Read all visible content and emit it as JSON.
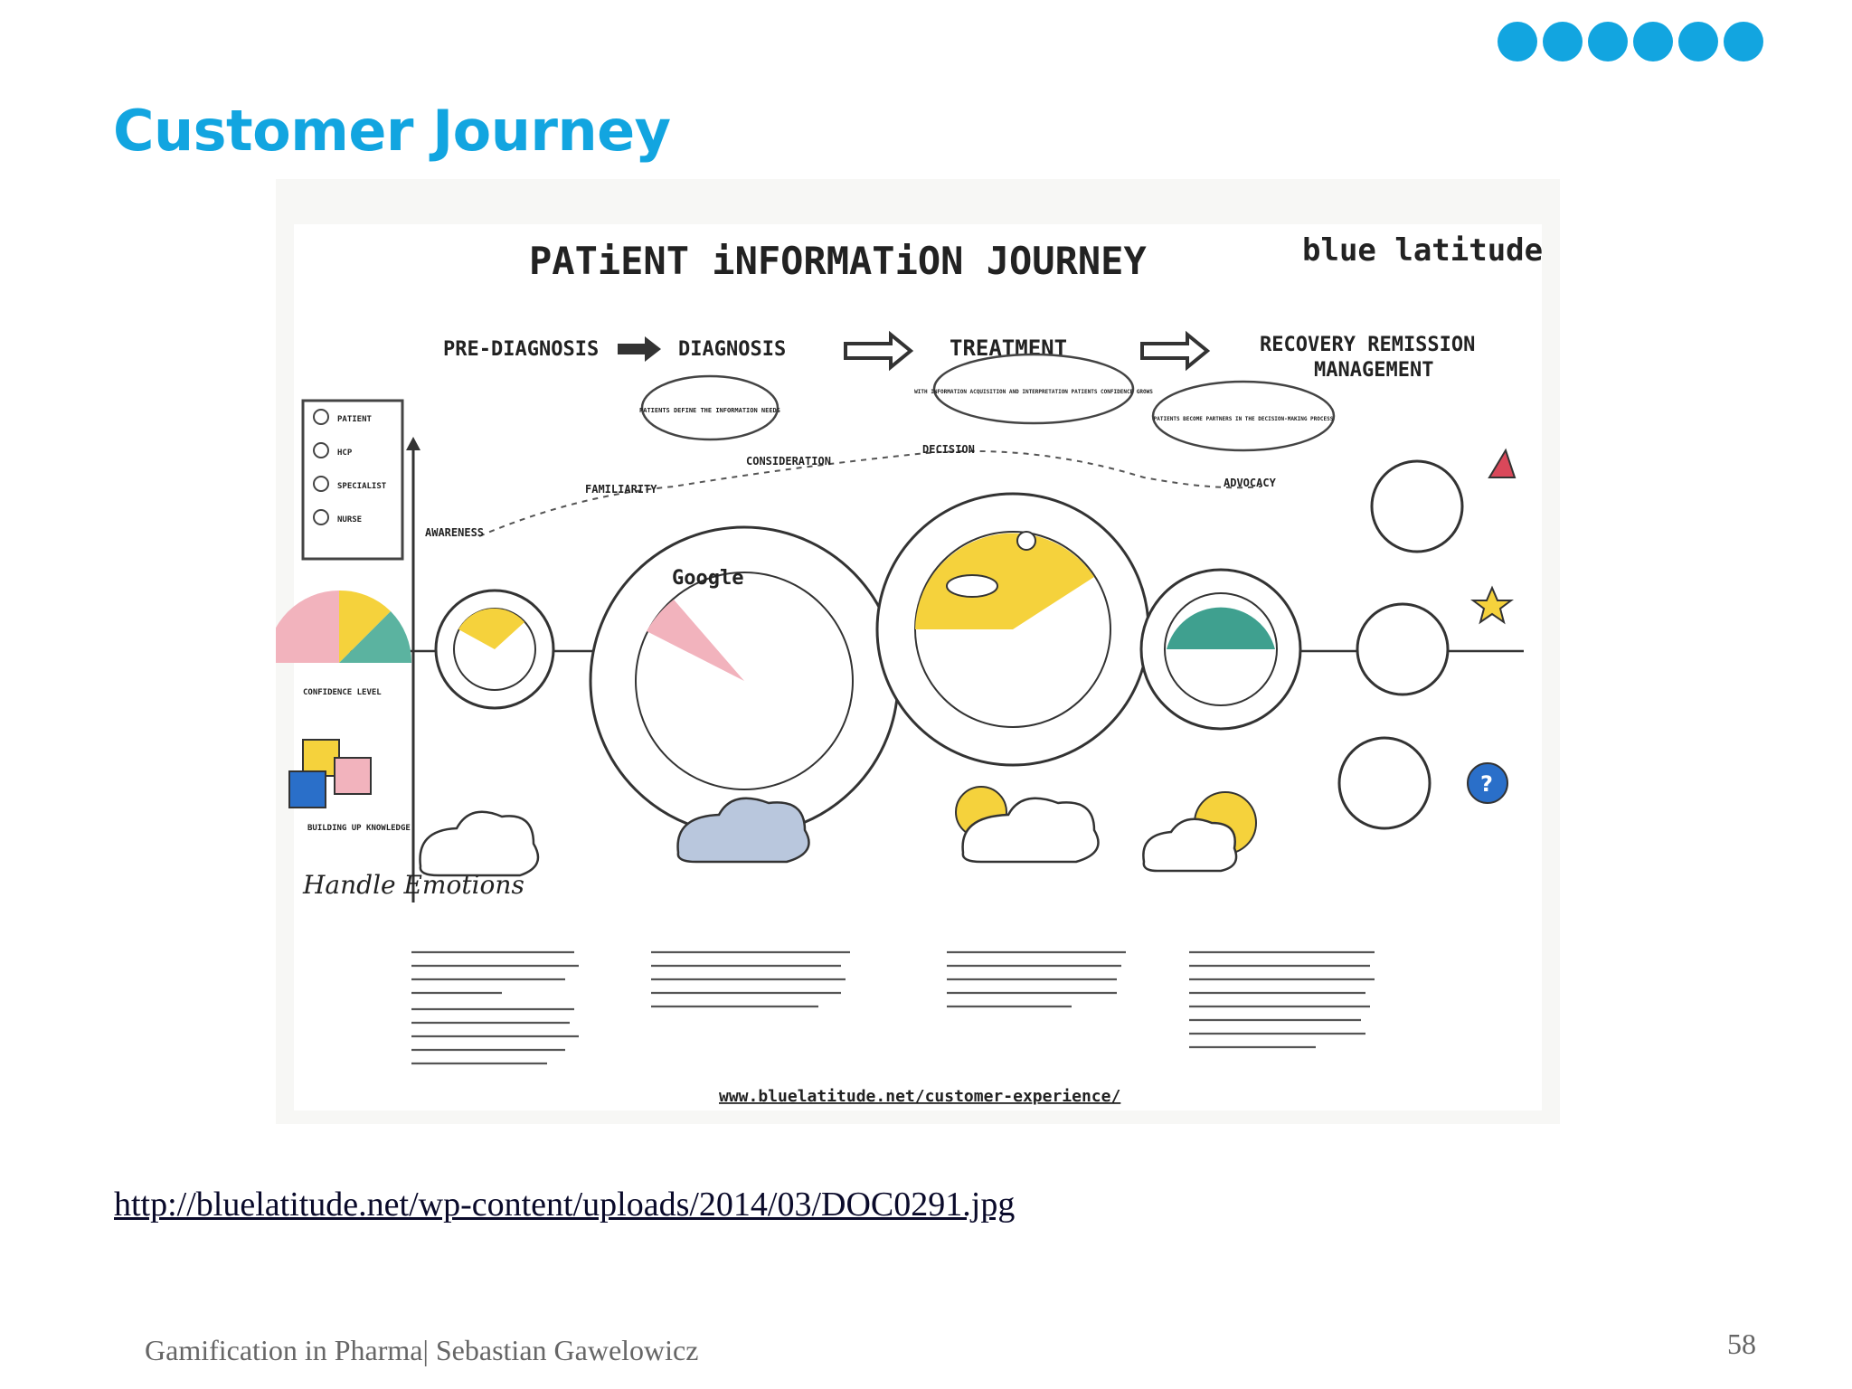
{
  "slide": {
    "title": "Customer Journey",
    "accent_color": "#12a5e0",
    "dots_count": 6,
    "source_url": "http://bluelatitude.net/wp-content/uploads/2014/03/DOC0291.jpg",
    "footer": "Gamification in Pharma| Sebastian Gawelowicz",
    "page_number": "58"
  },
  "sketch": {
    "title": "PATiENT iNFORMATiON JOURNEY",
    "brand": "blue latitude",
    "stages": [
      "PRE-DIAGNOSIS",
      "DIAGNOSIS",
      "TREATMENT",
      "RECOVERY REMISSION",
      "MANAGEMENT"
    ],
    "legend": [
      "PATIENT",
      "HCP",
      "SPECIALIST",
      "NURSE"
    ],
    "path_labels": [
      "AWARENESS",
      "FAMILIARITY",
      "CONSIDERATION",
      "DECISION",
      "ADVOCACY"
    ],
    "bubbles": [
      "PATIENTS DEFINE THE INFORMATION NEEDS",
      "WITH INFORMATION ACQUISITION AND INTERPRETATION PATIENTS CONFIDENCE GROWS",
      "PATIENTS BECOME PARTNERS IN THE DECISION-MAKING PROCESS"
    ],
    "google_label": "Google",
    "side_labels": [
      "CONFIDENCE LEVEL",
      "BUILDING UP KNOWLEDGE",
      "Handle Emotions"
    ],
    "url": "www.bluelatitude.net/customer-experience/",
    "icons": [
      "graduation-cap-icon",
      "star-icon",
      "question-bubble-icon",
      "puzzle-icon",
      "sun-icon",
      "cloud-icon",
      "storm-cloud-icon",
      "pill-icon"
    ]
  }
}
